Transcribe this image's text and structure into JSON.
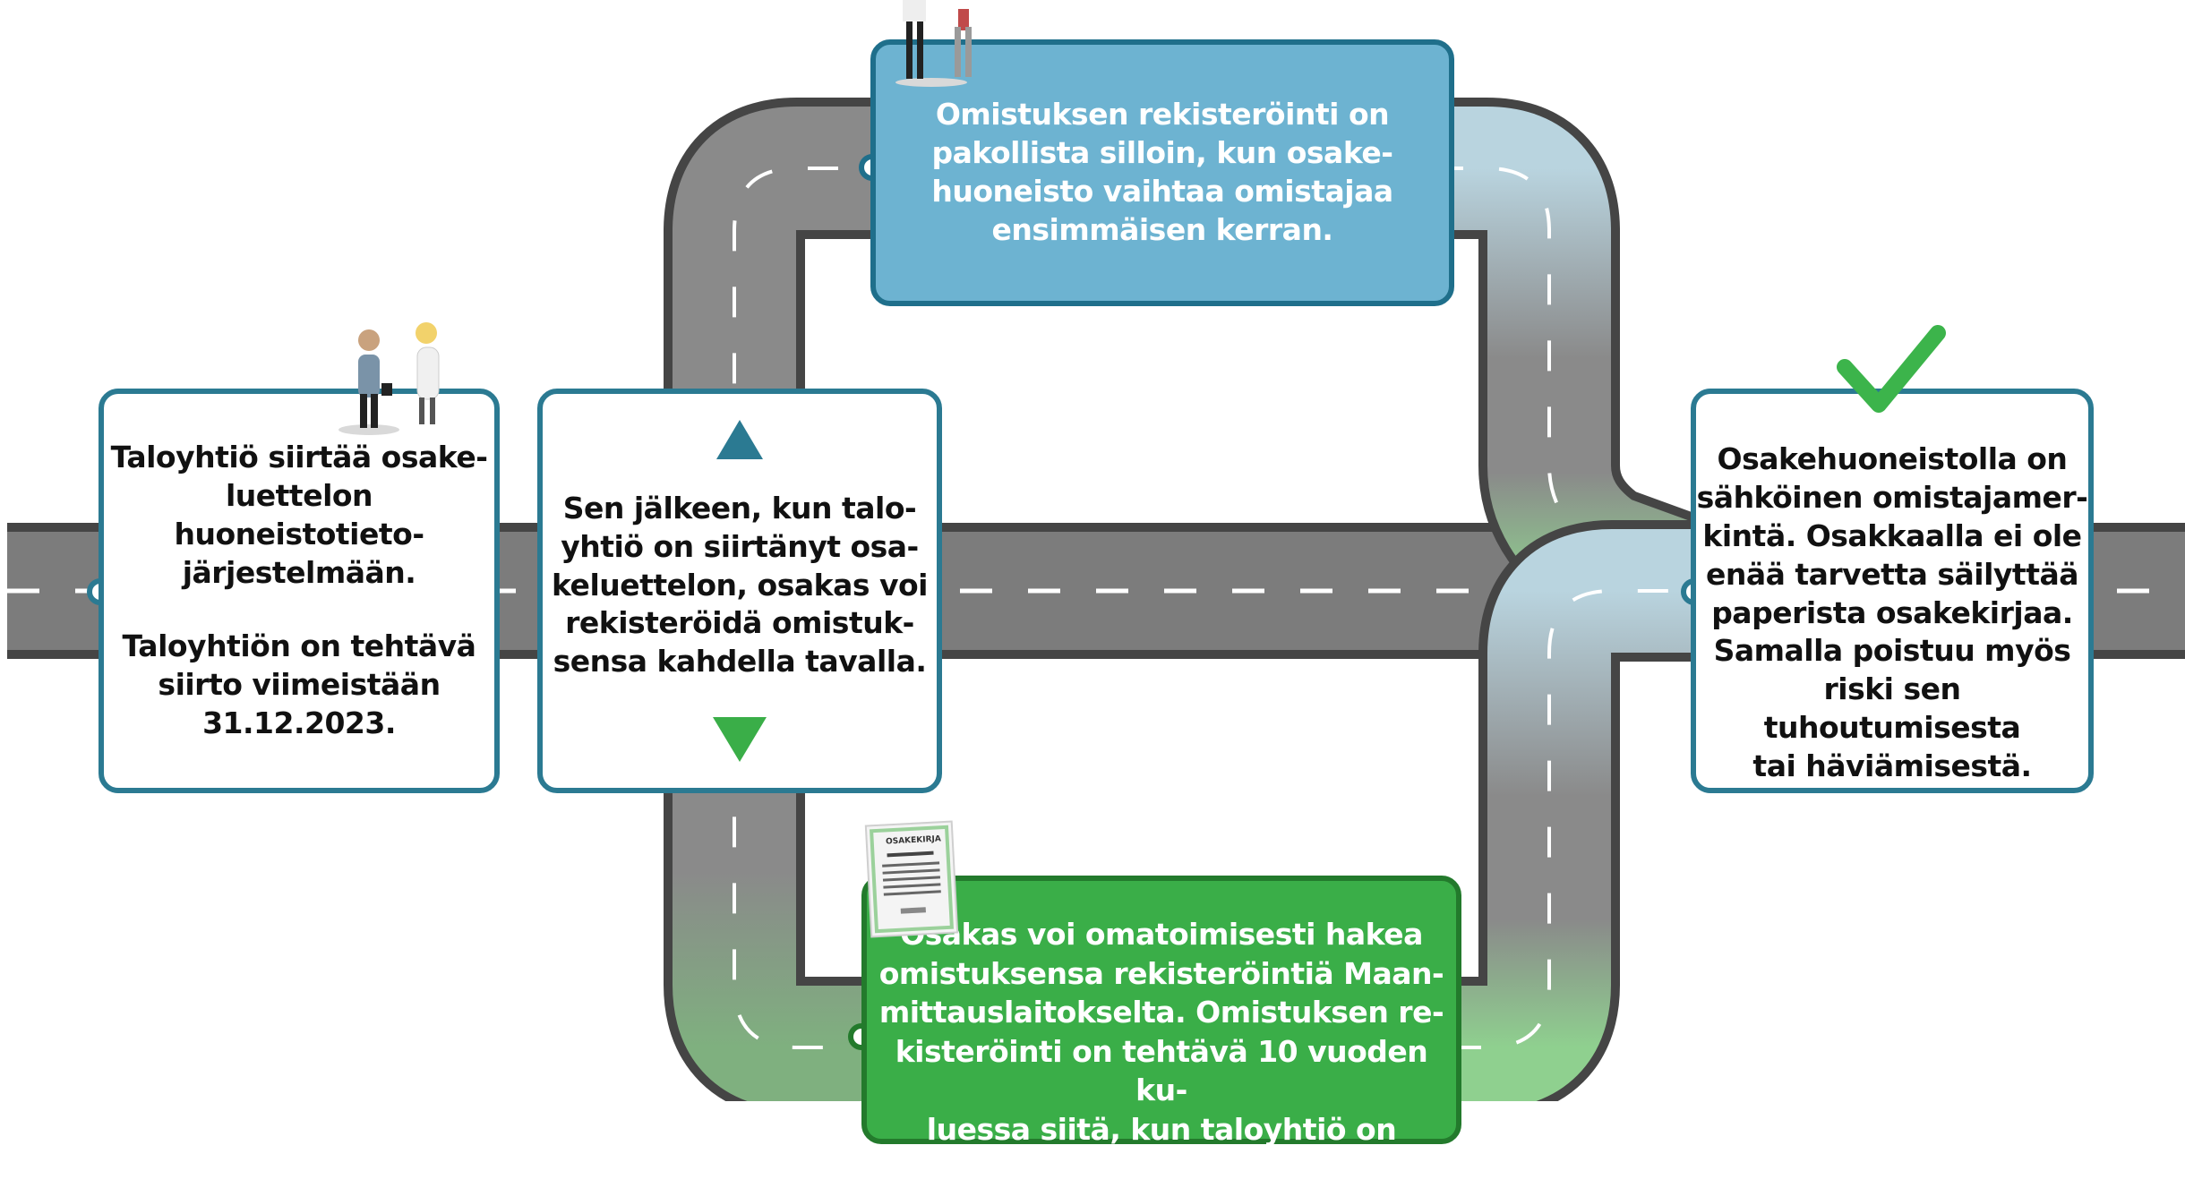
{
  "boxes": {
    "start": {
      "line1": "Taloyhtiö siirtää osake-\nluettelon huoneistotieto-\njärjestelmään.",
      "line2": "Taloyhtiön on tehtävä\nsiirto viimeistään",
      "date": "31.12.2023",
      "period": "."
    },
    "middle": {
      "text": "Sen jälkeen, kun talo-\nyhtiö on siirtänyt osa-\nkeluettelon, osakas voi\nrekisteröidä omistuk-\nsensa kahdella tavalla."
    },
    "top": {
      "text": "Omistuksen rekisteröinti on\npakollista silloin, kun osake-\nhuoneisto vaihtaa omistajaa\nensimmäisen kerran."
    },
    "bottom": {
      "text": "Osakas voi omatoimisesti hakea\nomistuksensa rekisteröintiä Maan-\nmittauslaitokselta. Omistuksen re-\nkisteröinti on tehtävä 10 vuoden ku-\nluessa siitä, kun taloyhtiö on siirtänyt",
      "document_title": "OSAKEKIRJA"
    },
    "end": {
      "text": "Osakehuoneistolla on\nsähköinen omistajamer-\nkintä. Osakkaalla ei ole\nenää tarvetta säilyttää\npaperista osakekirjaa.\nSamalla poistuu myös\nriski sen tuhoutumisesta\ntai häviämisestä."
    }
  },
  "colors": {
    "road": "#808080",
    "road_edge": "#454545",
    "teal": "#2b7a92",
    "blue": "#6db3d1",
    "green": "#3aae48",
    "check": "#3cb44b"
  },
  "icons": [
    "up-arrow-icon",
    "down-arrow-icon",
    "checkmark-icon",
    "people-pair-icon",
    "share-certificate-icon"
  ]
}
